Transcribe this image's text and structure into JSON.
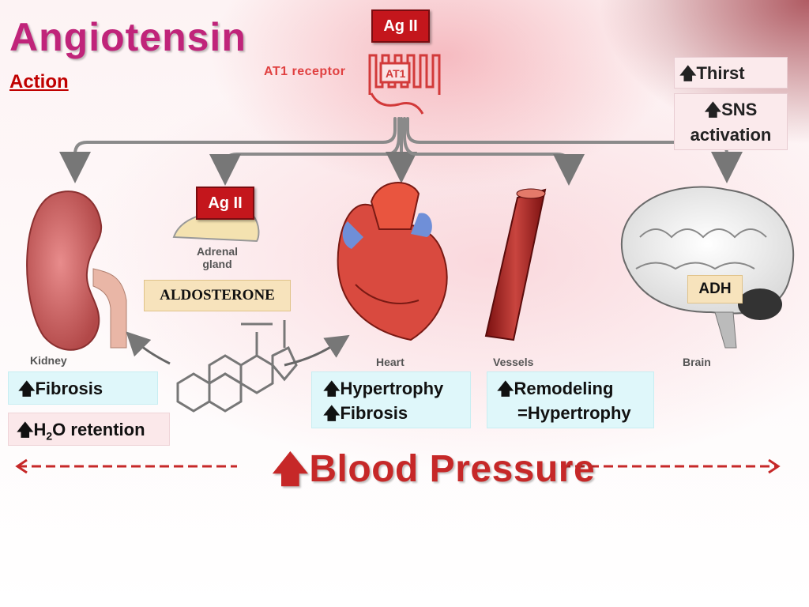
{
  "header": {
    "title": "Angiotensin",
    "subtitle": "Action"
  },
  "receptor": {
    "ligand": "Ag II",
    "label": "AT1 receptor",
    "name": "AT1"
  },
  "adrenal": {
    "ligand": "Ag II",
    "gland_label": "Adrenal gland",
    "hormone": "ALDOSTERONE"
  },
  "brain": {
    "hormone": "ADH"
  },
  "organs": {
    "kidney": "Kidney",
    "heart": "Heart",
    "vessels": "Vessels",
    "brain": "Brain"
  },
  "effects": {
    "thirst": "Thirst",
    "sns_line1": "SNS",
    "sns_line2": "activation",
    "kidney_fibrosis": "Fibrosis",
    "h2o_pre": "H",
    "h2o_sub": "2",
    "h2o_post": "O retention",
    "heart_line1": "Hypertrophy",
    "heart_line2": "Fibrosis",
    "vessel_line1": "Remodeling",
    "vessel_line2": "=Hypertrophy"
  },
  "outcome": {
    "label": "Blood Pressure"
  },
  "icons": {
    "increase": "up-arrow-icon"
  },
  "colors": {
    "title": "#c0247a",
    "accent_red": "#c4161c",
    "bp_red": "#c62828",
    "effect_box": "#dff7fa"
  }
}
